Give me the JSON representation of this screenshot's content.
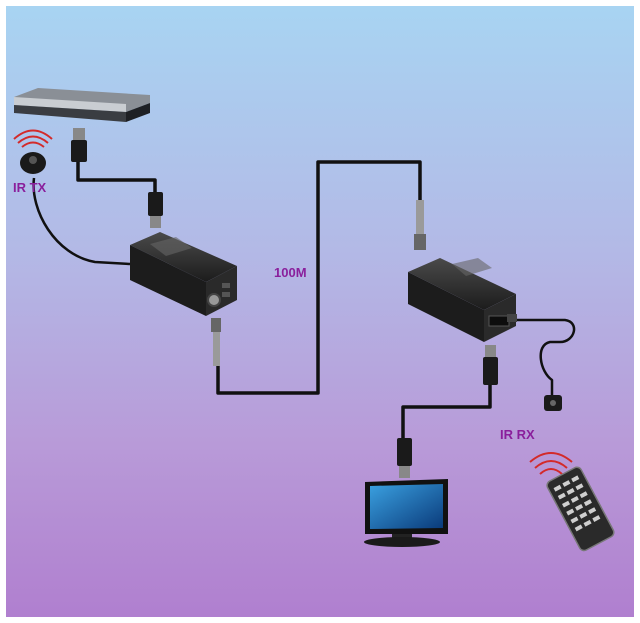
{
  "labels": {
    "ir_tx": "IR TX",
    "distance": "100M",
    "ir_rx": "IR RX"
  },
  "colors": {
    "background_top": "#a8d4f2",
    "background_bottom": "#b07fcf",
    "label": "#8a1f9c",
    "cable": "#111111"
  }
}
